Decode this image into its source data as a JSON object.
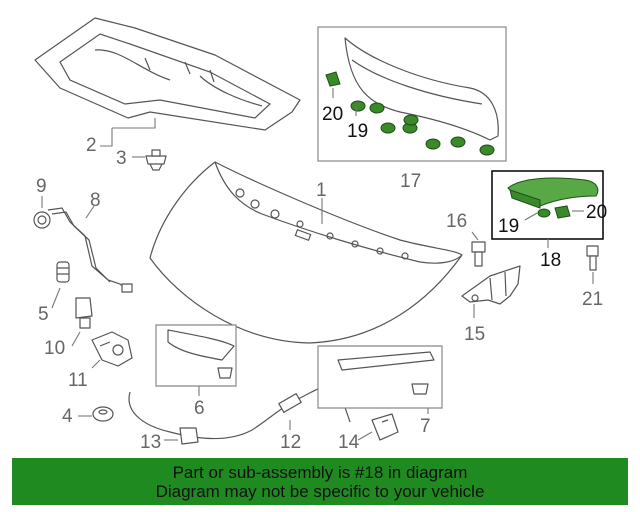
{
  "diagram": {
    "labels": {
      "p1": "1",
      "p2": "2",
      "p3": "3",
      "p4": "4",
      "p5": "5",
      "p6": "6",
      "p7": "7",
      "p8": "8",
      "p9": "9",
      "p10": "10",
      "p11": "11",
      "p12": "12",
      "p13": "13",
      "p14": "14",
      "p15": "15",
      "p16": "16",
      "p17": "17",
      "p18": "18",
      "p19a": "19",
      "p19b": "19",
      "p20a": "20",
      "p20b": "20",
      "p21": "21"
    },
    "highlight_color": "#3a8a2a"
  },
  "footer": {
    "line1": "Part or sub-assembly is #18 in diagram",
    "line2": "Diagram may not be specific to your vehicle",
    "background": "#1f8a1f"
  }
}
